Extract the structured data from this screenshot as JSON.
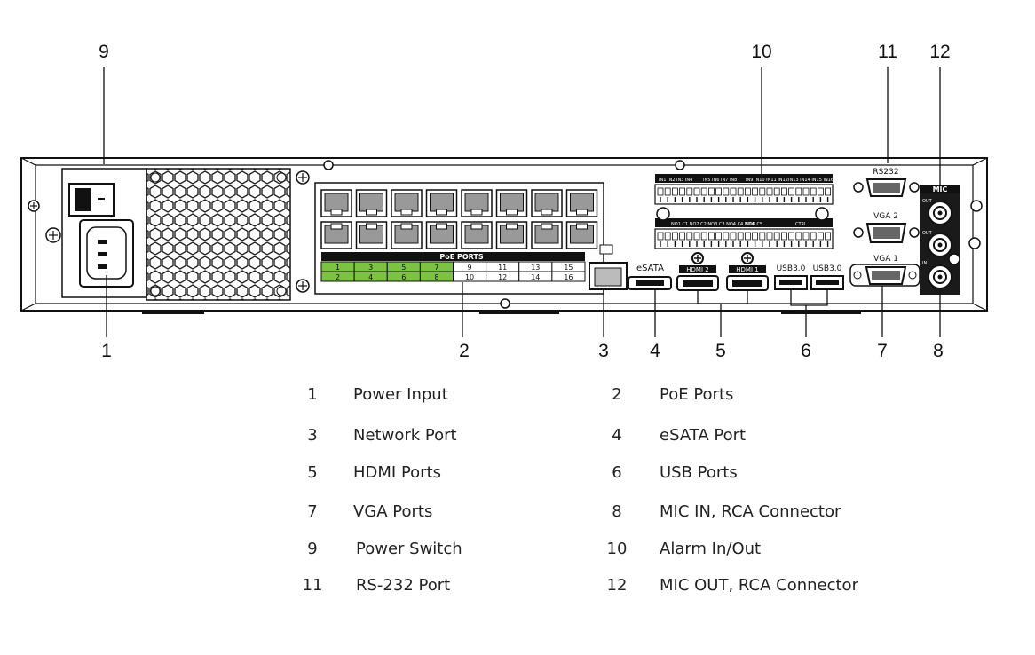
{
  "callouts": {
    "c9": "9",
    "c10": "10",
    "c11": "11",
    "c12": "12",
    "c1": "1",
    "c2": "2",
    "c3": "3",
    "c4": "4",
    "c5": "5",
    "c6": "6",
    "c7": "7",
    "c8": "8"
  },
  "panel": {
    "poe_title": "PoE PORTS",
    "poe_top": [
      "1",
      "3",
      "5",
      "7",
      "9",
      "11",
      "13",
      "15"
    ],
    "poe_bottom": [
      "2",
      "4",
      "6",
      "8",
      "10",
      "12",
      "14",
      "16"
    ],
    "esata": "eSATA",
    "hdmi2": "HDMI 2",
    "hdmi1": "HDMI 1",
    "usb_a": "USB3.0",
    "usb_b": "USB3.0",
    "rs232": "RS232",
    "vga2": "VGA 2",
    "vga1": "VGA 1",
    "mic": "MIC",
    "out_a": "OUT",
    "out_b": "OUT",
    "in": "IN",
    "alarm_top_a": "IN1 IN2 IN3 IN4",
    "alarm_top_b": "IN5 IN6 IN7 IN8",
    "alarm_top_c": "IN9 IN10 IN11 IN12",
    "alarm_top_d": "IN13 IN14 IN15 IN16",
    "alarm_bot_a": "NO1 C1 NO2 C2 NO3 C3 NO4 C4 NO4",
    "alarm_bot_b": "NO5 C5",
    "alarm_bot_c": "CTRL",
    "colors": {
      "poe_green": "#7cc243",
      "panel_dark": "#1a1a1a"
    }
  },
  "legend": [
    {
      "num": "1",
      "label": "Power Input"
    },
    {
      "num": "2",
      "label": "PoE Ports"
    },
    {
      "num": "3",
      "label": "Network Port"
    },
    {
      "num": "4",
      "label": "eSATA Port"
    },
    {
      "num": "5",
      "label": "HDMI Ports"
    },
    {
      "num": "6",
      "label": "USB Ports"
    },
    {
      "num": "7",
      "label": "VGA Ports"
    },
    {
      "num": "8",
      "label": "MIC IN, RCA Connector"
    },
    {
      "num": "9",
      "label": "Power Switch"
    },
    {
      "num": "10",
      "label": "Alarm In/Out"
    },
    {
      "num": "11",
      "label": "RS-232 Port"
    },
    {
      "num": "12",
      "label": "MIC OUT, RCA Connector"
    }
  ]
}
